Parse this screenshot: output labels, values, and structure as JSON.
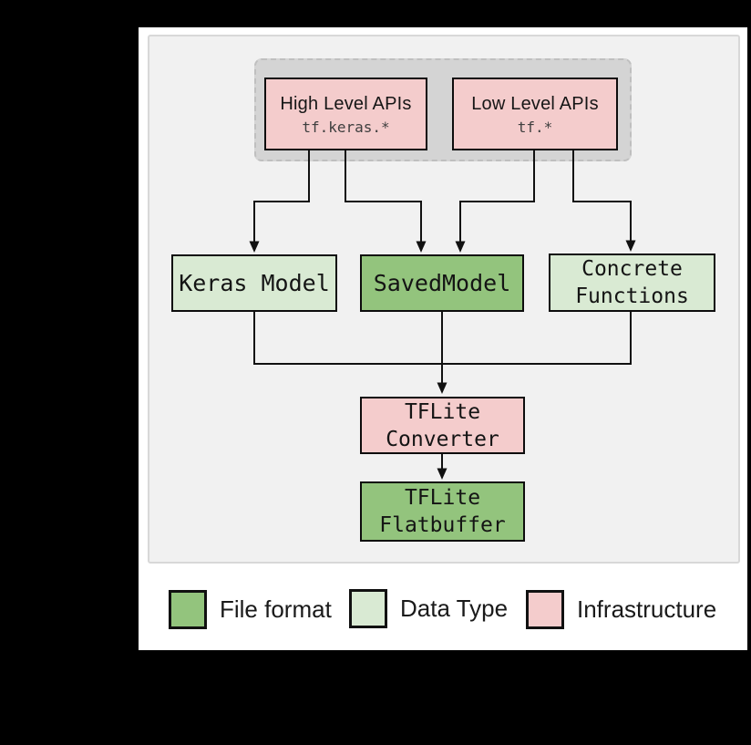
{
  "figure": {
    "description": "TensorFlow Lite conversion workflow diagram",
    "background": "#000000",
    "page_background": "#ffffff",
    "panel_background": "#f1f1f1"
  },
  "colors": {
    "file_format": "#93c47d",
    "data_type": "#d9ead3",
    "infrastructure": "#f4cccc",
    "api_group_fill": "#d4d4d4",
    "connector_line": "#111111"
  },
  "api_group": {
    "high_level": {
      "title": "High Level APIs",
      "code": "tf.keras.*",
      "color": "#f4cccc"
    },
    "low_level": {
      "title": "Low Level APIs",
      "code": "tf.*",
      "color": "#f4cccc"
    }
  },
  "nodes": {
    "keras_model": {
      "label": "Keras Model",
      "color": "#d9ead3"
    },
    "saved_model": {
      "label": "SavedModel",
      "color": "#93c47d"
    },
    "concrete_functions": {
      "line1": "Concrete",
      "line2": "Functions",
      "color": "#d9ead3"
    },
    "tflite_converter": {
      "line1": "TFLite",
      "line2": "Converter",
      "color": "#f4cccc"
    },
    "tflite_flatbuffer": {
      "line1": "TFLite",
      "line2": "Flatbuffer",
      "color": "#93c47d"
    }
  },
  "legend": {
    "items": [
      {
        "label": "File format",
        "color": "#93c47d"
      },
      {
        "label": "Data Type",
        "color": "#d9ead3"
      },
      {
        "label": "Infrastructure",
        "color": "#f4cccc"
      }
    ]
  }
}
